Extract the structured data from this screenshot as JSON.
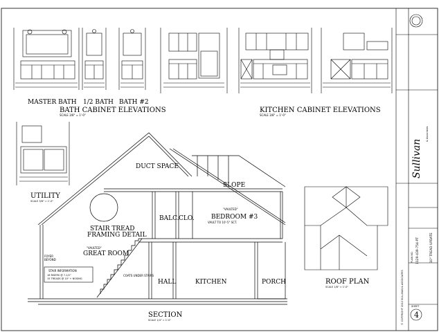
{
  "bath_elevations": {
    "master_bath": "MASTER BATH",
    "half_bath": "1/2 BATH",
    "bath2": "BATH #2",
    "title": "BATH CABINET ELEVATIONS",
    "scale": "SCALE 3/8\" = 1'-0\""
  },
  "kitchen_elevations": {
    "title": "KITCHEN CABINET ELEVATIONS",
    "scale": "SCALE 3/8\" = 1'-0\""
  },
  "utility": {
    "title": "UTILITY",
    "scale": "SCALE 3/8\" = 1'-0\""
  },
  "section": {
    "title": "SECTION",
    "scale": "SCALE 1/4\" = 1'-0\"",
    "rooms": {
      "duct_space": "DUCT SPACE",
      "slope": "SLOPE",
      "balc": "BALC.",
      "clo": "CLO.",
      "bedroom_vaulted": "\"VAULTED\"",
      "bedroom": "BEDROOM #3",
      "bedroom_vault": "VAULT TO 10'-5\" SCT.",
      "stair_tread": "STAIR TREAD",
      "framing_detail": "FRAMING DETAIL",
      "great_vaulted": "\"VAULTED\"",
      "great_room": "GREAT ROOM",
      "foyer": "FOYER",
      "beyond": "BEYOND",
      "hall": "HALL",
      "kitchen": "KITCHEN",
      "porch": "PORCH",
      "coats_under_stairs": "COATS UNDER STAIRS"
    },
    "stair_info_title": "STAIR INFORMATION",
    "stair_info_lines": [
      "16 RISERS @ 7-1/2\"",
      "15 TREADS @ 10\" + NOSING"
    ]
  },
  "roof_plan": {
    "title": "ROOF PLAN",
    "scale": "SCALE 1/8\" = 1'-0\""
  },
  "title_block": {
    "firm": "Sullivan",
    "firm_suffix": "& Associates",
    "plan_no_label": "PLAN NO.",
    "plan_no": "1129-439-754-PT",
    "update_note": "10\" TREAD UPDATE",
    "sheet_label": "SHEET",
    "sheet_number": "4",
    "copyright": "© COPYRIGHT 2012 SULLIVAN & ASSOCIATES"
  }
}
